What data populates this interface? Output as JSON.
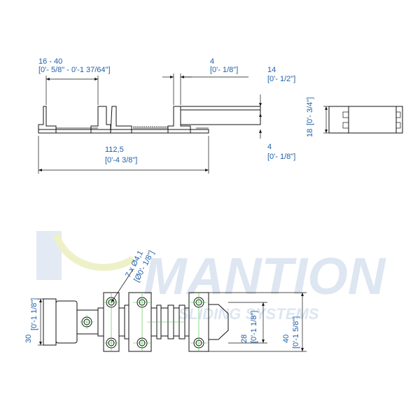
{
  "watermark": {
    "brand": "MANTION",
    "tagline": "SLIDING SYSTEMS"
  },
  "colors": {
    "dimension_text": "#1f5fa8",
    "line": "#111111",
    "centerline": "#3cbf3c",
    "watermark": "#dde6f1"
  },
  "side_view": {
    "dim_width_range": {
      "metric": "16 - 40",
      "imperial": "[0'- 5/8\" - 0'-1 37/64\"]"
    },
    "dim_gap": {
      "metric": "4",
      "imperial": "[0'- 1/8\"]"
    },
    "dim_overall_length": {
      "metric": "112,5",
      "imperial": "[0'-4 3/8\"]"
    }
  },
  "end_view": {
    "dim_top": {
      "metric": "14",
      "imperial": "[0'- 1/2\"]"
    },
    "dim_bottom": {
      "metric": "4",
      "imperial": "[0'- 1/8\"]"
    },
    "dim_height": {
      "metric": "18",
      "imperial": "[0'- 3/4\"]"
    }
  },
  "top_view": {
    "dim_holes": {
      "metric": "7 x Ø4,1",
      "imperial": "[Ø0'- 1/8\"]"
    },
    "dim_left": {
      "metric": "30",
      "imperial": "[0'-1 1/8\"]"
    },
    "dim_inner": {
      "metric": "28",
      "imperial": "[0'-1 1/8\"]"
    },
    "dim_outer": {
      "metric": "40",
      "imperial": "[0'-1 5/8\"]"
    }
  }
}
